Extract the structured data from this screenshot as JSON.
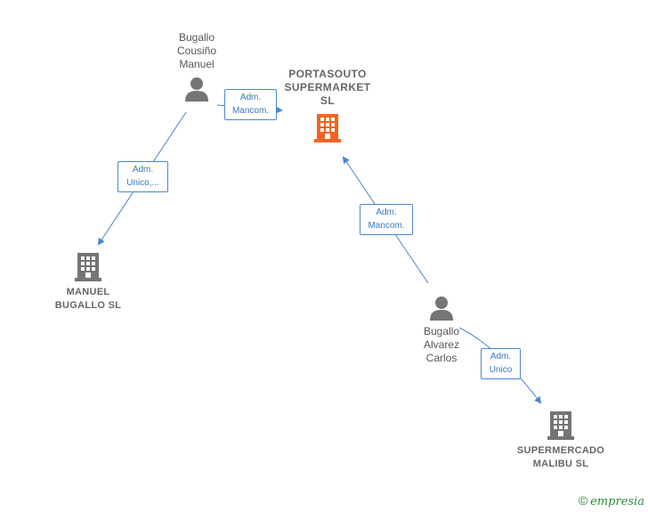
{
  "persons": [
    {
      "id": "p1",
      "name": "Bugallo\nCousiño\nManuel",
      "icon": "person-icon"
    },
    {
      "id": "p2",
      "name": "Bugallo\nAlvarez\nCarlos",
      "icon": "person-icon"
    }
  ],
  "companies": [
    {
      "id": "c0",
      "name": "PORTASOUTO\nSUPERMARKET\nSL",
      "icon": "building-icon",
      "color": "#f26522"
    },
    {
      "id": "c1",
      "name": "MANUEL\nBUGALLO  SL",
      "icon": "building-icon",
      "color": "#757575"
    },
    {
      "id": "c2",
      "name": "SUPERMERCADO\nMALIBU  SL",
      "icon": "building-icon",
      "color": "#757575"
    }
  ],
  "edges": [
    {
      "from": "p1",
      "to": "c0",
      "label": "Adm.\nMancom."
    },
    {
      "from": "p1",
      "to": "c1",
      "label": "Adm.\nUnico,..."
    },
    {
      "from": "p2",
      "to": "c0",
      "label": "Adm.\nMancom."
    },
    {
      "from": "p2",
      "to": "c2",
      "label": "Adm.\nUnico"
    }
  ],
  "colors": {
    "edge": "#4a86cf",
    "focal": "#f26522",
    "company": "#757575",
    "person": "#757575"
  },
  "footer": {
    "copyright": "©",
    "brand": "empresia"
  }
}
